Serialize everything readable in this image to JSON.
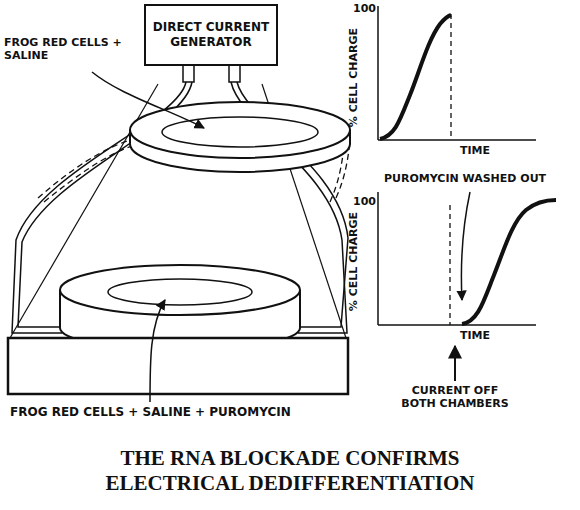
{
  "diagram": {
    "title": "THE RNA BLOCKADE CONFIRMS ELECTRICAL DEDIFFERENTIATION",
    "nodes": [
      {
        "text": [
          "DIRECT CURRENT GENERATOR"
        ]
      }
    ],
    "labels": [
      "FROG RED CELLS + SALINE",
      "100",
      "% CELL CHARGE",
      "TIME",
      "100",
      "PUROMYCIN WASHED OUT",
      "% CELL CHARGE",
      "TIME",
      "CURRENT OFF BOTH CHAMBERS",
      "FROG RED CELLS + SALINE + PUROMYCIN"
    ]
  }
}
